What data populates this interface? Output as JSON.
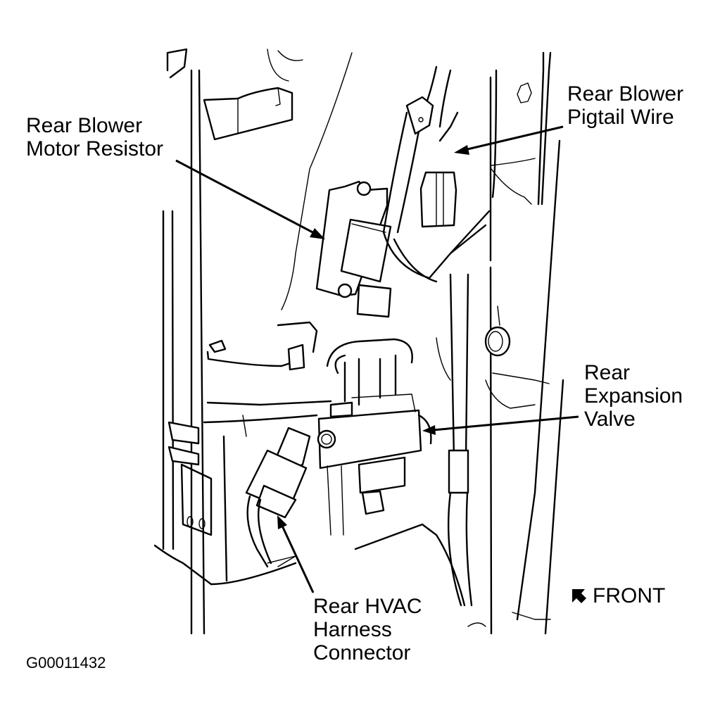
{
  "figure": {
    "title": "Rear HVAC components location",
    "code": "G00011432",
    "orientation_indicator": {
      "icon": "front-arrow-icon",
      "label": "FRONT"
    }
  },
  "callouts": [
    {
      "id": "resistor",
      "lines": [
        "Rear Blower",
        "Motor Resistor"
      ]
    },
    {
      "id": "pigtail",
      "lines": [
        "Rear Blower",
        "Pigtail Wire"
      ]
    },
    {
      "id": "valve",
      "lines": [
        "Rear",
        "Expansion",
        "Valve"
      ]
    },
    {
      "id": "harness",
      "lines": [
        "Rear HVAC",
        "Harness",
        "Connector"
      ]
    }
  ],
  "colors": {
    "ink": "#000000",
    "paper": "#ffffff"
  }
}
